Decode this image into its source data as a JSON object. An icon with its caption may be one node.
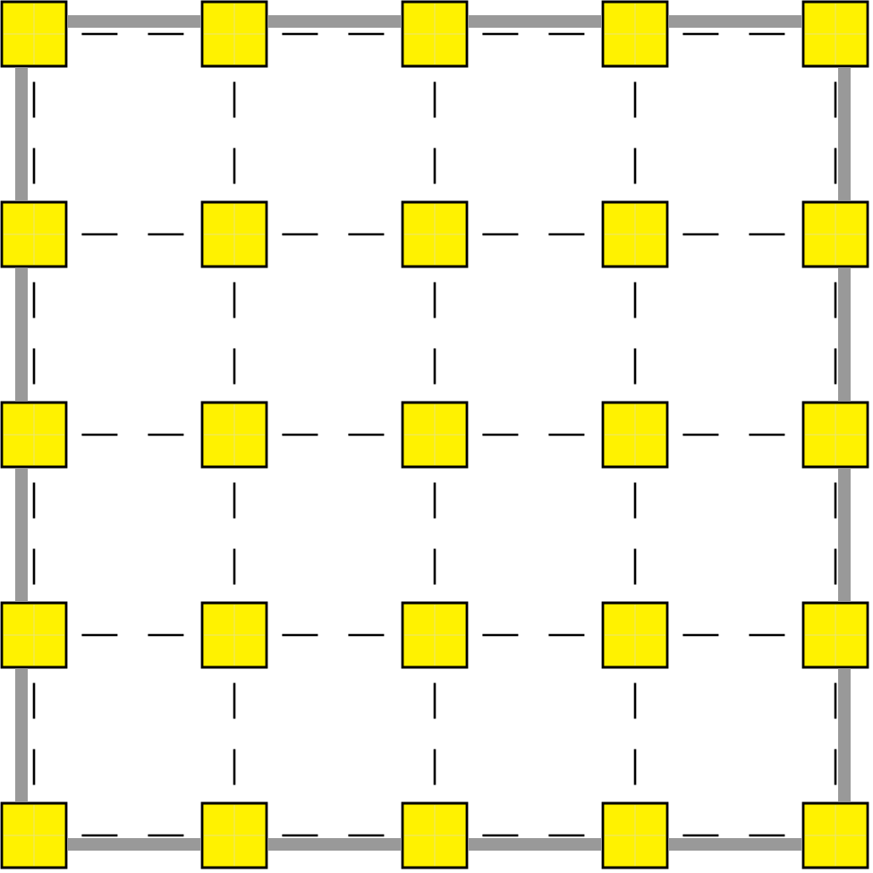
{
  "diagram": {
    "nodes": [
      {
        "text": [],
        "shape": "box"
      },
      {
        "text": [],
        "shape": "box"
      },
      {
        "text": [],
        "shape": "box"
      },
      {
        "text": [],
        "shape": "box"
      },
      {
        "text": [],
        "shape": "box"
      },
      {
        "text": [],
        "shape": "box"
      },
      {
        "text": [],
        "shape": "box"
      },
      {
        "text": [],
        "shape": "box"
      },
      {
        "text": [],
        "shape": "box"
      },
      {
        "text": [],
        "shape": "box"
      },
      {
        "text": [],
        "shape": "box"
      },
      {
        "text": [],
        "shape": "box"
      },
      {
        "text": [],
        "shape": "box"
      },
      {
        "text": [],
        "shape": "box"
      },
      {
        "text": [],
        "shape": "box"
      },
      {
        "text": [],
        "shape": "box"
      },
      {
        "text": [],
        "shape": "box"
      },
      {
        "text": [],
        "shape": "box"
      },
      {
        "text": [],
        "shape": "box"
      },
      {
        "text": [],
        "shape": "box"
      },
      {
        "text": [],
        "shape": "box"
      },
      {
        "text": [],
        "shape": "box"
      },
      {
        "text": [],
        "shape": "box"
      },
      {
        "text": [],
        "shape": "box"
      },
      {
        "text": [],
        "shape": "box"
      }
    ],
    "edges": [
      {
        "from": 0,
        "to": 1,
        "arrow": "none",
        "style": "dashed"
      },
      {
        "from": 1,
        "to": 2,
        "arrow": "none",
        "style": "dashed"
      },
      {
        "from": 2,
        "to": 3,
        "arrow": "none",
        "style": "dashed"
      },
      {
        "from": 3,
        "to": 4,
        "arrow": "none",
        "style": "dashed"
      },
      {
        "from": 5,
        "to": 6,
        "arrow": "none",
        "style": "dashed"
      },
      {
        "from": 6,
        "to": 7,
        "arrow": "none",
        "style": "dashed"
      },
      {
        "from": 7,
        "to": 8,
        "arrow": "none",
        "style": "dashed"
      },
      {
        "from": 8,
        "to": 9,
        "arrow": "none",
        "style": "dashed"
      },
      {
        "from": 10,
        "to": 11,
        "arrow": "none",
        "style": "dashed"
      },
      {
        "from": 11,
        "to": 12,
        "arrow": "none",
        "style": "dashed"
      },
      {
        "from": 12,
        "to": 13,
        "arrow": "none",
        "style": "dashed"
      },
      {
        "from": 13,
        "to": 14,
        "arrow": "none",
        "style": "dashed"
      },
      {
        "from": 15,
        "to": 16,
        "arrow": "none",
        "style": "dashed"
      },
      {
        "from": 16,
        "to": 17,
        "arrow": "none",
        "style": "dashed"
      },
      {
        "from": 17,
        "to": 18,
        "arrow": "none",
        "style": "dashed"
      },
      {
        "from": 18,
        "to": 19,
        "arrow": "none",
        "style": "dashed"
      },
      {
        "from": 20,
        "to": 21,
        "arrow": "none",
        "style": "dashed"
      },
      {
        "from": 21,
        "to": 22,
        "arrow": "none",
        "style": "dashed"
      },
      {
        "from": 22,
        "to": 23,
        "arrow": "none",
        "style": "dashed"
      },
      {
        "from": 23,
        "to": 24,
        "arrow": "none",
        "style": "dashed"
      },
      {
        "from": 0,
        "to": 5,
        "arrow": "none",
        "style": "dashed"
      },
      {
        "from": 5,
        "to": 10,
        "arrow": "none",
        "style": "dashed"
      },
      {
        "from": 10,
        "to": 15,
        "arrow": "none",
        "style": "dashed"
      },
      {
        "from": 15,
        "to": 20,
        "arrow": "none",
        "style": "dashed"
      },
      {
        "from": 1,
        "to": 6,
        "arrow": "none",
        "style": "dashed"
      },
      {
        "from": 6,
        "to": 11,
        "arrow": "none",
        "style": "dashed"
      },
      {
        "from": 11,
        "to": 16,
        "arrow": "none",
        "style": "dashed"
      },
      {
        "from": 16,
        "to": 21,
        "arrow": "none",
        "style": "dashed"
      },
      {
        "from": 2,
        "to": 7,
        "arrow": "none",
        "style": "dashed"
      },
      {
        "from": 7,
        "to": 12,
        "arrow": "none",
        "style": "dashed"
      },
      {
        "from": 12,
        "to": 17,
        "arrow": "none",
        "style": "dashed"
      },
      {
        "from": 17,
        "to": 22,
        "arrow": "none",
        "style": "dashed"
      },
      {
        "from": 3,
        "to": 8,
        "arrow": "none",
        "style": "dashed"
      },
      {
        "from": 8,
        "to": 13,
        "arrow": "none",
        "style": "dashed"
      },
      {
        "from": 13,
        "to": 18,
        "arrow": "none",
        "style": "dashed"
      },
      {
        "from": 18,
        "to": 23,
        "arrow": "none",
        "style": "dashed"
      },
      {
        "from": 4,
        "to": 9,
        "arrow": "none",
        "style": "dashed"
      },
      {
        "from": 9,
        "to": 14,
        "arrow": "none",
        "style": "dashed"
      },
      {
        "from": 14,
        "to": 19,
        "arrow": "none",
        "style": "dashed"
      },
      {
        "from": 19,
        "to": 24,
        "arrow": "none",
        "style": "dashed"
      },
      {
        "from": 0,
        "to": 1,
        "arrow": "none",
        "style": "thick",
        "color": "#999999"
      },
      {
        "from": 1,
        "to": 2,
        "arrow": "none",
        "style": "thick",
        "color": "#999999"
      },
      {
        "from": 2,
        "to": 3,
        "arrow": "none",
        "style": "thick",
        "color": "#999999"
      },
      {
        "from": 3,
        "to": 4,
        "arrow": "none",
        "style": "thick",
        "color": "#999999"
      },
      {
        "from": 20,
        "to": 21,
        "arrow": "none",
        "style": "thick",
        "color": "#999999"
      },
      {
        "from": 21,
        "to": 22,
        "arrow": "none",
        "style": "thick",
        "color": "#999999"
      },
      {
        "from": 22,
        "to": 23,
        "arrow": "none",
        "style": "thick",
        "color": "#999999"
      },
      {
        "from": 23,
        "to": 24,
        "arrow": "none",
        "style": "thick",
        "color": "#999999"
      },
      {
        "from": 0,
        "to": 5,
        "arrow": "none",
        "style": "thick",
        "color": "#999999"
      },
      {
        "from": 5,
        "to": 10,
        "arrow": "none",
        "style": "thick",
        "color": "#999999"
      },
      {
        "from": 10,
        "to": 15,
        "arrow": "none",
        "style": "thick",
        "color": "#999999"
      },
      {
        "from": 15,
        "to": 20,
        "arrow": "none",
        "style": "thick",
        "color": "#999999"
      },
      {
        "from": 4,
        "to": 9,
        "arrow": "none",
        "style": "thick",
        "color": "#999999"
      },
      {
        "from": 9,
        "to": 14,
        "arrow": "none",
        "style": "thick",
        "color": "#999999"
      },
      {
        "from": 14,
        "to": 19,
        "arrow": "none",
        "style": "thick",
        "color": "#999999"
      },
      {
        "from": 19,
        "to": 24,
        "arrow": "none",
        "style": "thick",
        "color": "#999999"
      }
    ]
  }
}
